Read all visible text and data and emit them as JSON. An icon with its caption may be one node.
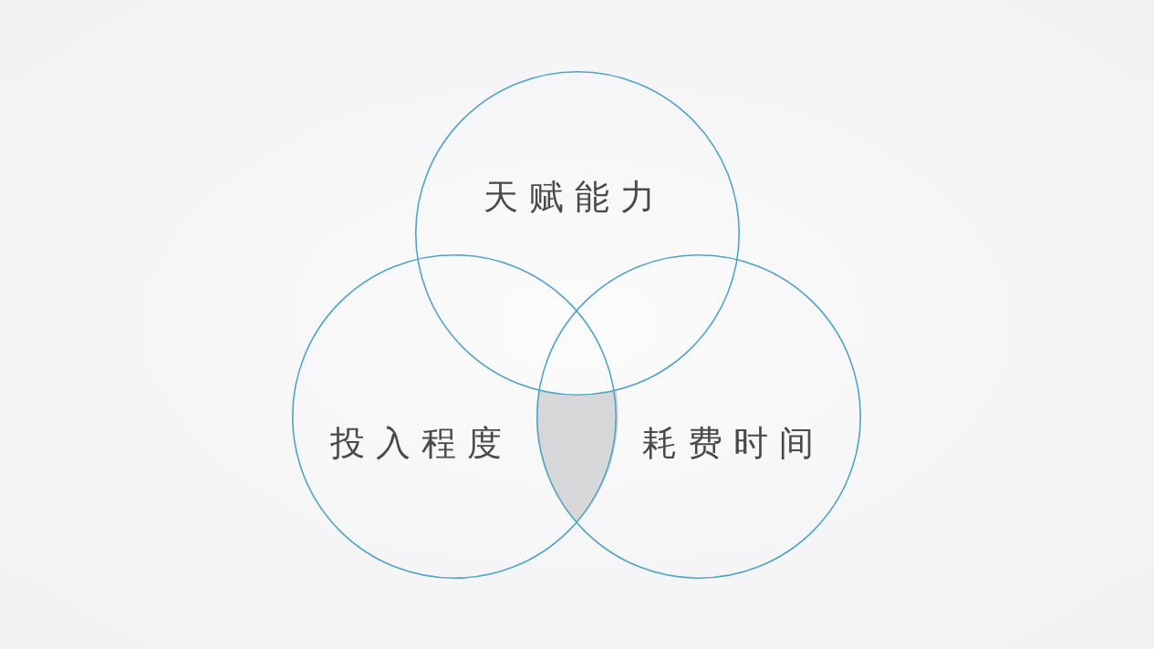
{
  "diagram": {
    "nodes": [
      {
        "text": [
          "天赋能力"
        ]
      },
      {
        "text": [
          "投入程度"
        ]
      },
      {
        "text": [
          "耗费时间"
        ]
      },
      {
        "text": [],
        "shape": "lens"
      }
    ],
    "edges": []
  }
}
